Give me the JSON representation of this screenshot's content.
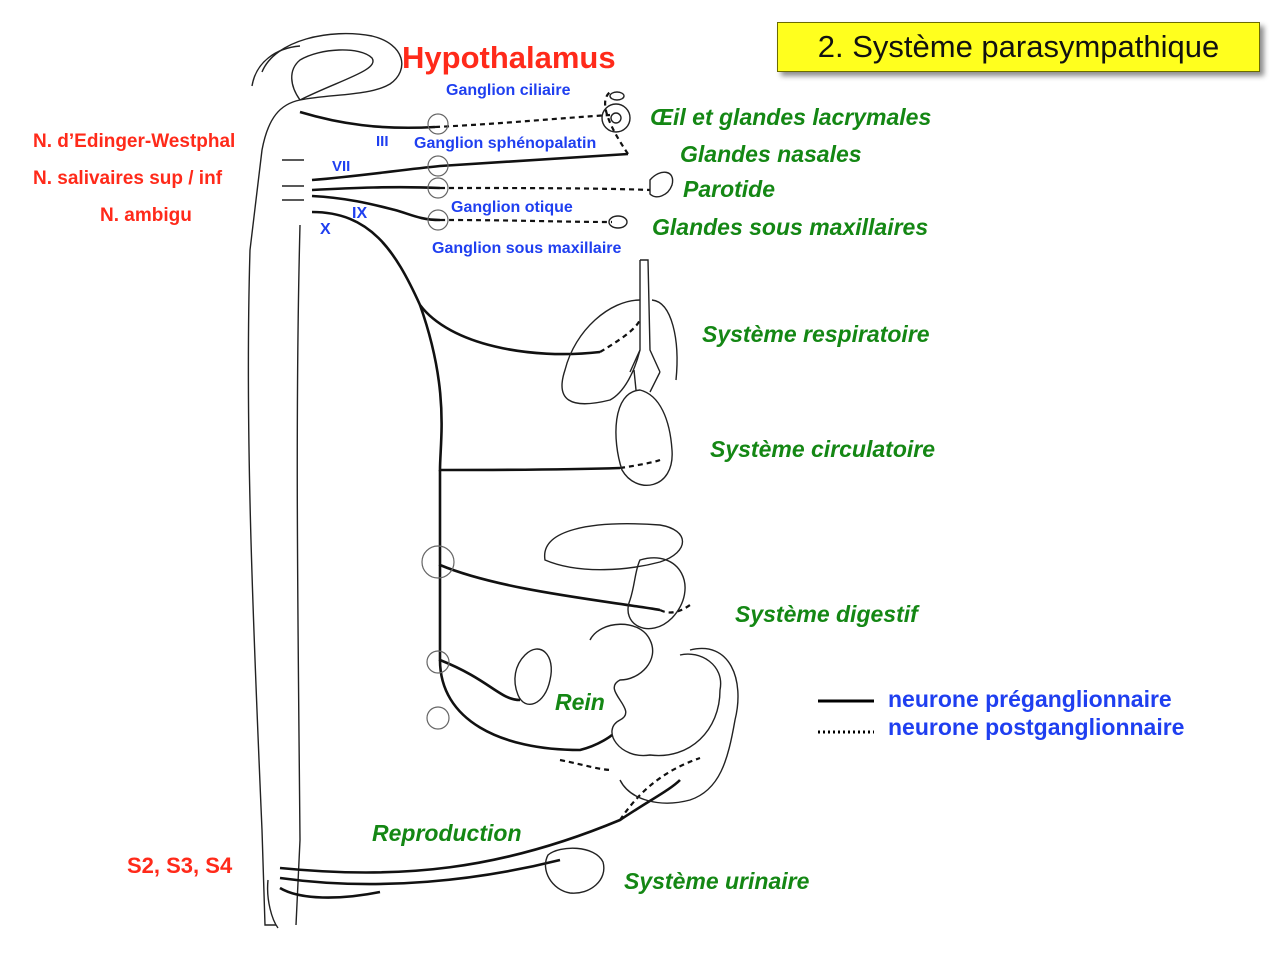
{
  "title": "2. Système parasympathique",
  "brain": {
    "hypothalamus": "Hypothalamus",
    "nuclei": [
      "N. d’Edinger-Westphal",
      "N. salivaires sup / inf",
      "N. ambigu"
    ],
    "sacral": "S2, S3, S4"
  },
  "cranial_nerves": [
    "III",
    "VII",
    "IX",
    "X"
  ],
  "ganglia": [
    "Ganglion ciliaire",
    "Ganglion sphénopalatin",
    "Ganglion otique",
    "Ganglion sous maxillaire"
  ],
  "targets": [
    "Œil et glandes lacrymales",
    "Glandes nasales",
    "Parotide",
    "Glandes sous maxillaires",
    "Système respiratoire",
    "Système circulatoire",
    "Système digestif",
    "Rein",
    "Reproduction",
    "Système urinaire"
  ],
  "legend": [
    {
      "line": "solid",
      "label": "neurone préganglionnaire"
    },
    {
      "line": "dotted",
      "label": "neurone postganglionnaire"
    }
  ],
  "colors": {
    "center_labels": "#ff2a1a",
    "ganglia_and_nerves": "#1f3ff0",
    "targets": "#148714",
    "title_background": "#ffff1e"
  }
}
